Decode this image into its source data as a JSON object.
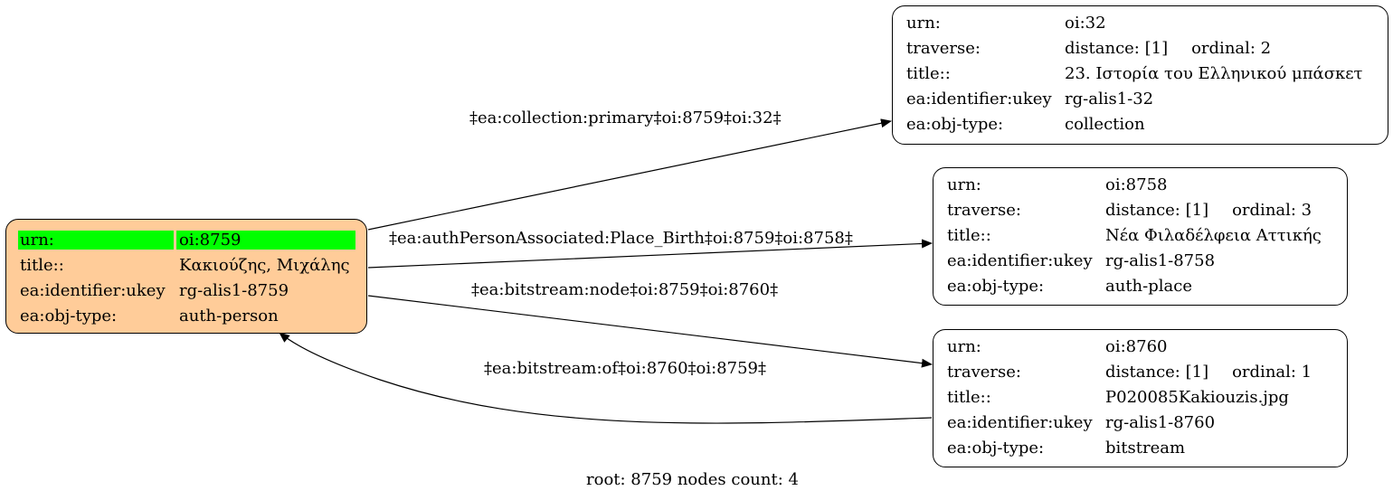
{
  "graph": {
    "root_node": {
      "rows": [
        {
          "key": "urn:",
          "value": "oi:8759"
        },
        {
          "key": "title::",
          "value": "Κακιούζης, Μιχάλης"
        },
        {
          "key": "ea:identifier:ukey",
          "value": "rg-alis1-8759"
        },
        {
          "key": "ea:obj-type:",
          "value": "auth-person"
        }
      ]
    },
    "nodes": [
      {
        "urn": "oi:32",
        "traverse_distance": "distance: [1]",
        "traverse_ordinal": "ordinal: 2",
        "title": "23. Ιστορία του Ελληνικού μπάσκετ",
        "ukey": "rg-alis1-32",
        "obj_type": "collection"
      },
      {
        "urn": "oi:8758",
        "traverse_distance": "distance: [1]",
        "traverse_ordinal": "ordinal: 3",
        "title": "Νέα Φιλαδέλφεια Αττικής",
        "ukey": "rg-alis1-8758",
        "obj_type": "auth-place"
      },
      {
        "urn": "oi:8760",
        "traverse_distance": "distance: [1]",
        "traverse_ordinal": "ordinal: 1",
        "title": "P020085Kakiouzis.jpg",
        "ukey": "rg-alis1-8760",
        "obj_type": "bitstream"
      }
    ],
    "keys": {
      "urn": "urn:",
      "traverse": "traverse:",
      "title": "title::",
      "ukey": "ea:identifier:ukey",
      "obj_type": "ea:obj-type:"
    },
    "edges": [
      "‡ea:collection:primary‡oi:8759‡oi:32‡",
      "‡ea:authPersonAssociated:Place_Birth‡oi:8759‡oi:8758‡",
      "‡ea:bitstream:node‡oi:8759‡oi:8760‡",
      "‡ea:bitstream:of‡oi:8760‡oi:8759‡"
    ],
    "caption": "root: 8759 nodes count: 4"
  }
}
